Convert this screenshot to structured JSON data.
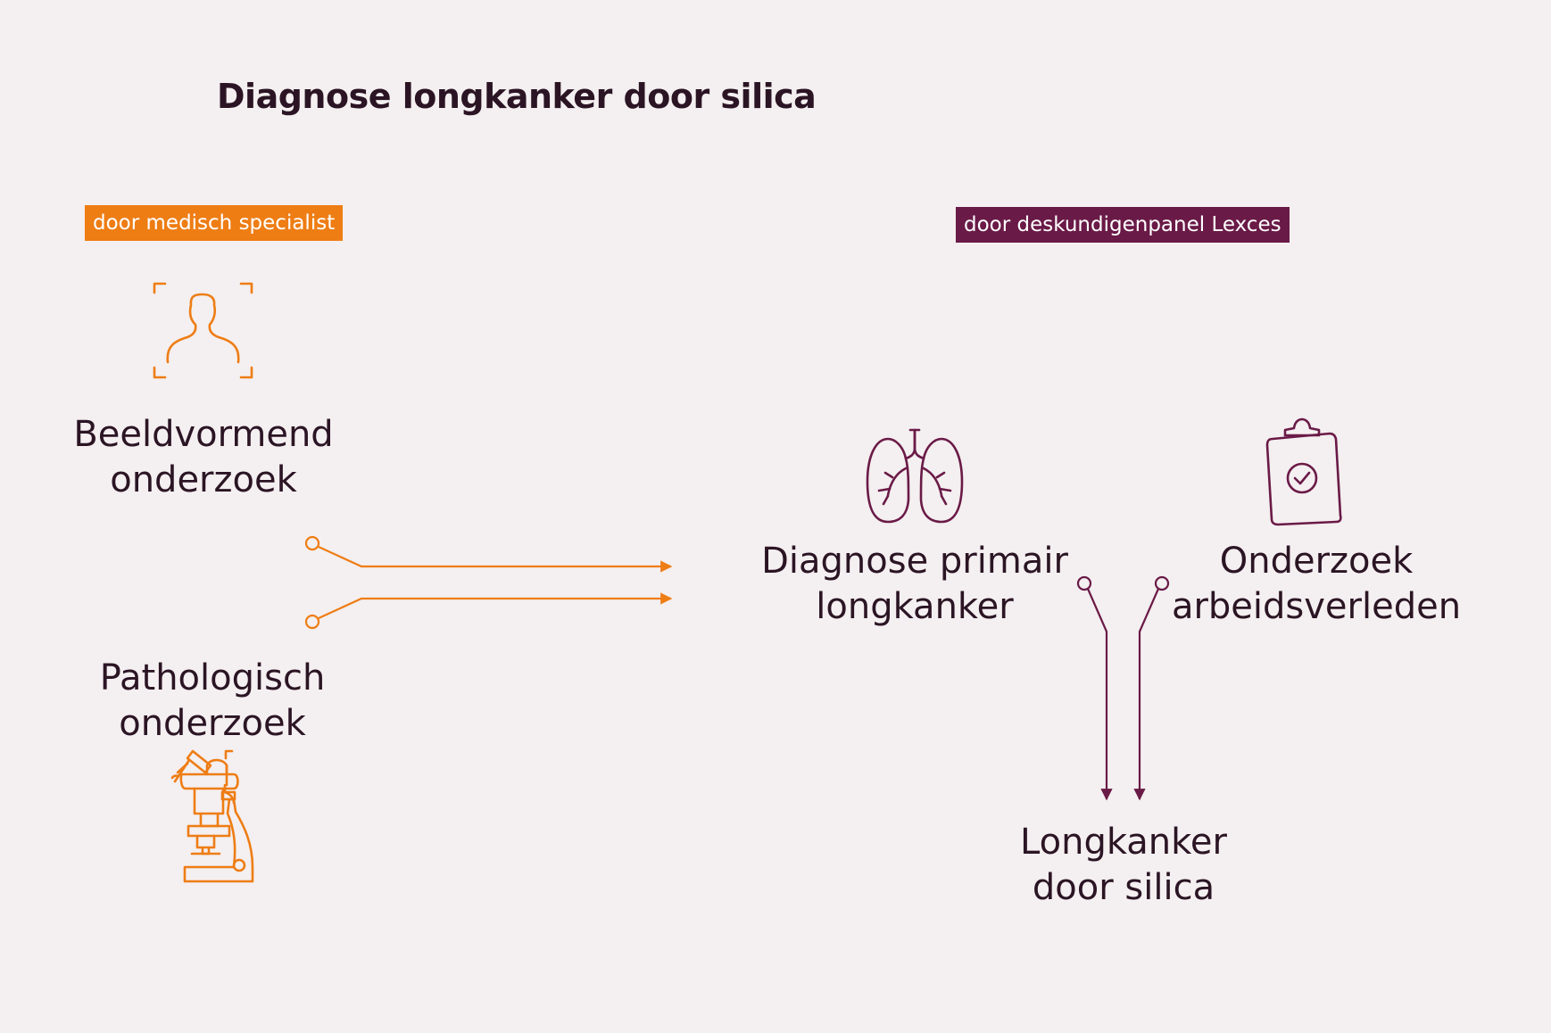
{
  "title": "Diagnose longkanker door silica",
  "colors": {
    "orange": "#ee7d14",
    "purple": "#6a1a47",
    "text": "#2b1524",
    "background": "#f4eff0"
  },
  "left_section": {
    "badge": "door medisch specialist",
    "items": [
      {
        "icon": "person-scan-icon",
        "line1": "Beeldvormend",
        "line2": "onderzoek"
      },
      {
        "icon": "microscope-icon",
        "line1": "Pathologisch",
        "line2": "onderzoek"
      }
    ]
  },
  "right_section": {
    "badge": "door deskundigenpanel Lexces",
    "items": [
      {
        "icon": "lungs-icon",
        "line1": "Diagnose primair",
        "line2": "longkanker"
      },
      {
        "icon": "clipboard-check-icon",
        "line1": "Onderzoek",
        "line2": "arbeidsverleden"
      }
    ],
    "result": {
      "line1": "Longkanker",
      "line2": "door silica"
    }
  }
}
